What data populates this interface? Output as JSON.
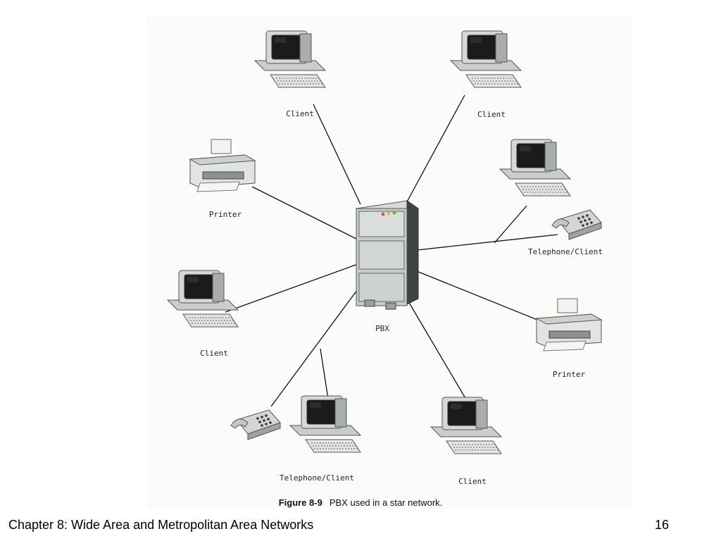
{
  "diagram": {
    "hub": {
      "label": "PBX",
      "icon": "server-tower-icon"
    },
    "nodes": [
      {
        "id": "client-top-left",
        "label": "Client",
        "icon": "computer-icon"
      },
      {
        "id": "client-top-right",
        "label": "Client",
        "icon": "computer-icon"
      },
      {
        "id": "printer-left",
        "label": "Printer",
        "icon": "printer-icon"
      },
      {
        "id": "telephone-client-right",
        "label": "Telephone/Client",
        "icon": "computer-telephone-icon"
      },
      {
        "id": "client-left",
        "label": "Client",
        "icon": "computer-icon"
      },
      {
        "id": "printer-right",
        "label": "Printer",
        "icon": "printer-icon"
      },
      {
        "id": "telephone-client-bottom",
        "label": "Telephone/Client",
        "icon": "computer-telephone-icon"
      },
      {
        "id": "client-bottom-right",
        "label": "Client",
        "icon": "computer-icon"
      }
    ],
    "connections": [
      [
        "PBX",
        "client-top-left"
      ],
      [
        "PBX",
        "client-top-right"
      ],
      [
        "PBX",
        "printer-left"
      ],
      [
        "PBX",
        "telephone-client-right"
      ],
      [
        "PBX",
        "client-left"
      ],
      [
        "PBX",
        "printer-right"
      ],
      [
        "PBX",
        "telephone-client-bottom"
      ],
      [
        "PBX",
        "client-bottom-right"
      ]
    ]
  },
  "caption": {
    "figure_number": "Figure 8-9",
    "text": "PBX used in a star network."
  },
  "footer": {
    "title": "Chapter 8: Wide Area and Metropolitan Area Networks",
    "page_number": "16"
  }
}
